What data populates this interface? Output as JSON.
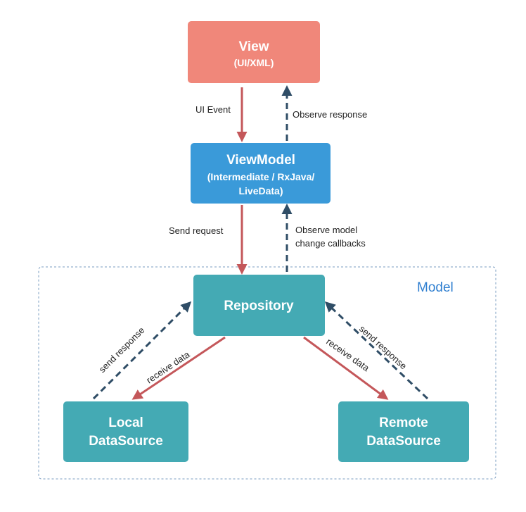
{
  "colors": {
    "view_fill": "#f0877a",
    "viewmodel_fill": "#3a9ad9",
    "teal_fill": "#44aab4",
    "solid_arrow": "#c4575a",
    "dashed_arrow": "#2f4d66",
    "group_border": "#7a9cc0",
    "group_label": "#2f7fd0"
  },
  "nodes": {
    "view": {
      "title": "View",
      "subtitle": "(UI/XML)"
    },
    "viewmodel": {
      "title": "ViewModel",
      "subtitle_line1": "(Intermediate / RxJava/",
      "subtitle_line2": "LiveData)"
    },
    "repository": {
      "title": "Repository"
    },
    "local": {
      "line1": "Local",
      "line2": "DataSource"
    },
    "remote": {
      "line1": "Remote",
      "line2": "DataSource"
    }
  },
  "group": {
    "label": "Model"
  },
  "edges": {
    "ui_event": "UI Event",
    "observe_response": "Observe response",
    "send_request": "Send request",
    "observe_model_line1": "Observe model",
    "observe_model_line2": "change callbacks",
    "local_send_response": "send response",
    "local_receive_data": "receive data",
    "remote_receive_data": "receive data",
    "remote_send_response": "send response"
  }
}
